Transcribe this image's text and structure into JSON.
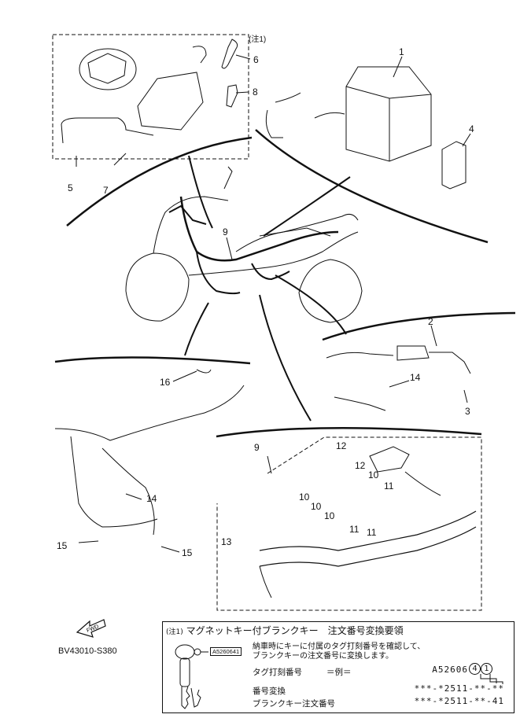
{
  "callouts": [
    "1",
    "2",
    "3",
    "4",
    "5",
    "6",
    "7",
    "8",
    "9",
    "9",
    "10",
    "10",
    "10",
    "10",
    "11",
    "11",
    "11",
    "12",
    "12",
    "13",
    "14",
    "14",
    "15",
    "15",
    "16"
  ],
  "note_ref_top": "(注1)",
  "fwd_label": "FWD",
  "part_code": "BV43010-S380",
  "note": {
    "ref": "(注1)",
    "title": "マグネットキー付ブランクキー　注文番号変換要領",
    "line1": "納車時にキーに付属のタグ打刻番号を確認して、",
    "line2": "ブランクキーの注文番号に変換します。",
    "tag_label": "A5260641",
    "row1_label": "タグ打刻番号",
    "row1_eq": "＝例＝",
    "row1_value": "A52606",
    "row1_circled": "4",
    "row1_circled2": "1",
    "row2_label": "番号変換",
    "row2_value": "***-*2511-**-**",
    "row3_label": "ブランクキー注文番号",
    "row3_value": "***-*2511-**-41"
  }
}
